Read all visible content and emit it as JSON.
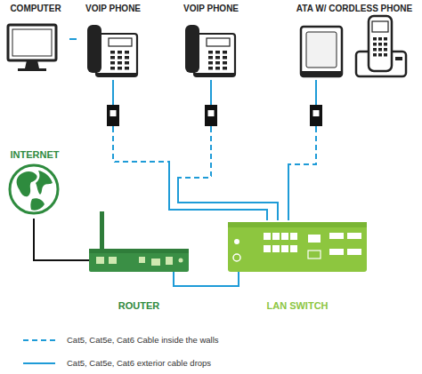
{
  "diagram": {
    "nodes": [
      {
        "text": [
          "COMPUTER"
        ]
      },
      {
        "text": [
          "VOIP PHONE"
        ]
      },
      {
        "text": [
          "VOIP PHONE"
        ]
      },
      {
        "text": [
          "ATA W/ CORDLESS PHONE"
        ]
      },
      {
        "text": [
          "INTERNET"
        ]
      },
      {
        "text": [
          "ROUTER"
        ]
      },
      {
        "text": [
          "LAN SWITCH"
        ]
      }
    ],
    "edges": [
      {
        "from": 0,
        "to": 1,
        "arrow": "none"
      },
      {
        "from": 1,
        "to": 6,
        "arrow": "none"
      },
      {
        "from": 2,
        "to": 6,
        "arrow": "none"
      },
      {
        "from": 3,
        "to": 6,
        "arrow": "none"
      },
      {
        "from": 4,
        "to": 5,
        "arrow": "none"
      },
      {
        "from": 5,
        "to": 6,
        "arrow": "none"
      }
    ],
    "legend": [
      {
        "text": "Cat5, Cat5e, Cat6 Cable inside the walls"
      },
      {
        "text": "Cat5, Cat5e, Cat6 exterior cable drops"
      }
    ]
  }
}
